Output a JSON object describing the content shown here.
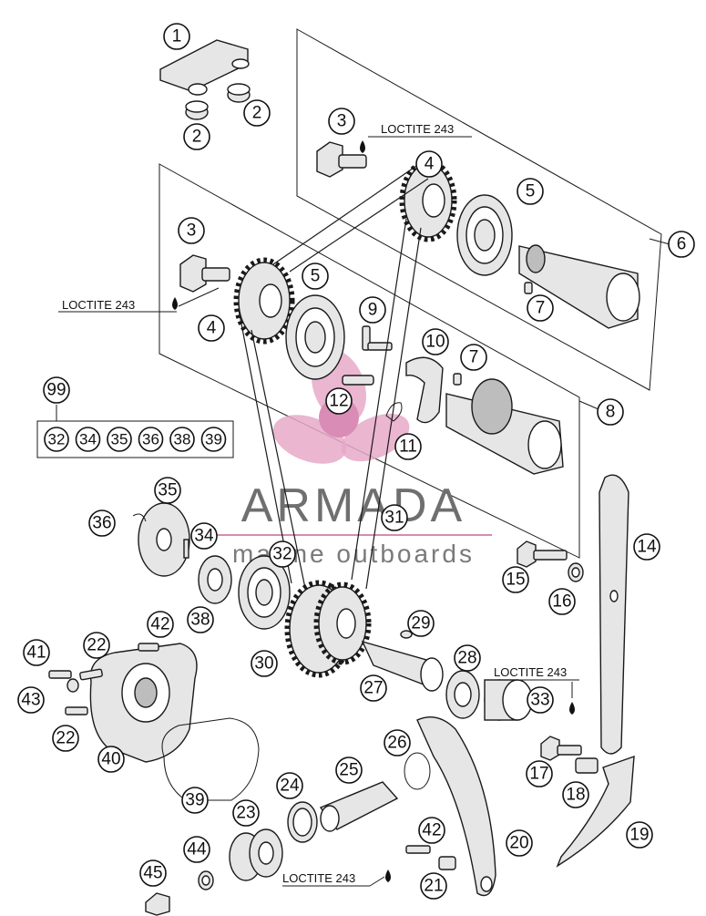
{
  "watermark": {
    "title": "ARMADA",
    "subtitle": "marine outboards",
    "logo_color": "#e6a9c8",
    "rule_color": "#d88ab2"
  },
  "loctite_labels": [
    "LOCTITE 243",
    "LOCTITE 243",
    "LOCTITE 243",
    "LOCTITE 243"
  ],
  "callouts": [
    "1",
    "2",
    "2",
    "3",
    "4",
    "5",
    "6",
    "7",
    "3",
    "4",
    "5",
    "9",
    "10",
    "7",
    "8",
    "12",
    "11",
    "99",
    "35",
    "36",
    "34",
    "31",
    "14",
    "32",
    "15",
    "16",
    "38",
    "42",
    "29",
    "41",
    "22",
    "30",
    "28",
    "43",
    "27",
    "33",
    "40",
    "26",
    "17",
    "22",
    "25",
    "18",
    "24",
    "39",
    "20",
    "23",
    "42",
    "19",
    "44",
    "45",
    "21"
  ],
  "kit": {
    "label": "99",
    "items": [
      "32",
      "34",
      "35",
      "36",
      "38",
      "39"
    ]
  }
}
